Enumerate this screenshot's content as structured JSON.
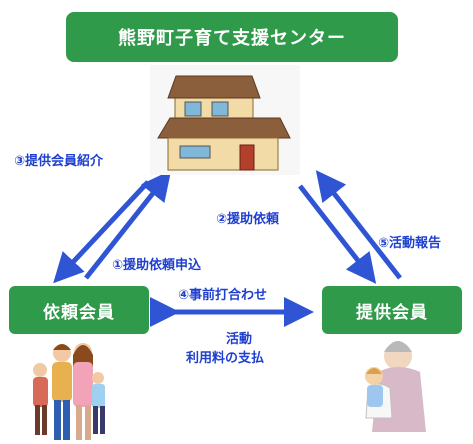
{
  "center": {
    "title": "熊野町子育て支援センター",
    "icon": "house-icon"
  },
  "requester": {
    "title": "依頼会員",
    "icon": "family-illustration"
  },
  "provider": {
    "title": "提供会員",
    "icon": "grandmother-with-child-illustration"
  },
  "flows": {
    "introduce_provider": "③提供会員紹介",
    "request_help": "②援助依頼",
    "apply_help_request": "①援助依頼申込",
    "activity_report": "⑤活動報告",
    "pre_meeting": "④事前打合わせ",
    "activity": "活動",
    "fee_payment": "利用料の支払"
  },
  "colors": {
    "box_green": "#2f9a4a",
    "arrow_blue": "#2f55d4",
    "label_blue": "#1f3fcf"
  }
}
